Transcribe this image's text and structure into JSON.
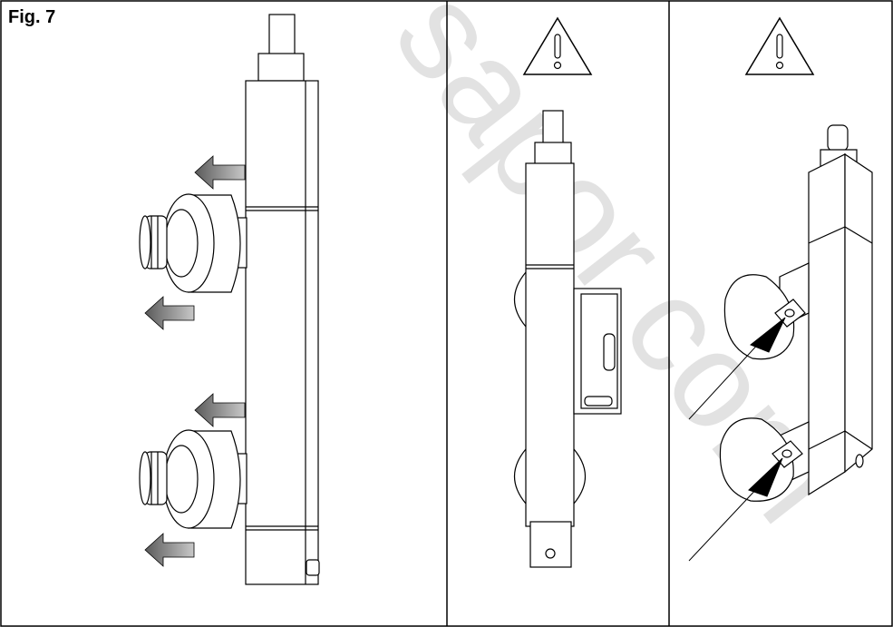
{
  "figure": {
    "label": "Fig. 7",
    "watermark": "sapor.com"
  },
  "panels": [
    {
      "id": "remove-rollers",
      "icon": "arrows-icon"
    },
    {
      "id": "side-view",
      "icon": "warning-icon"
    },
    {
      "id": "screw-detail",
      "icon": "warning-icon"
    }
  ],
  "colors": {
    "line": "#000000",
    "arrow_fill": "#7a7a7a",
    "watermark": "#d8d8d8"
  }
}
